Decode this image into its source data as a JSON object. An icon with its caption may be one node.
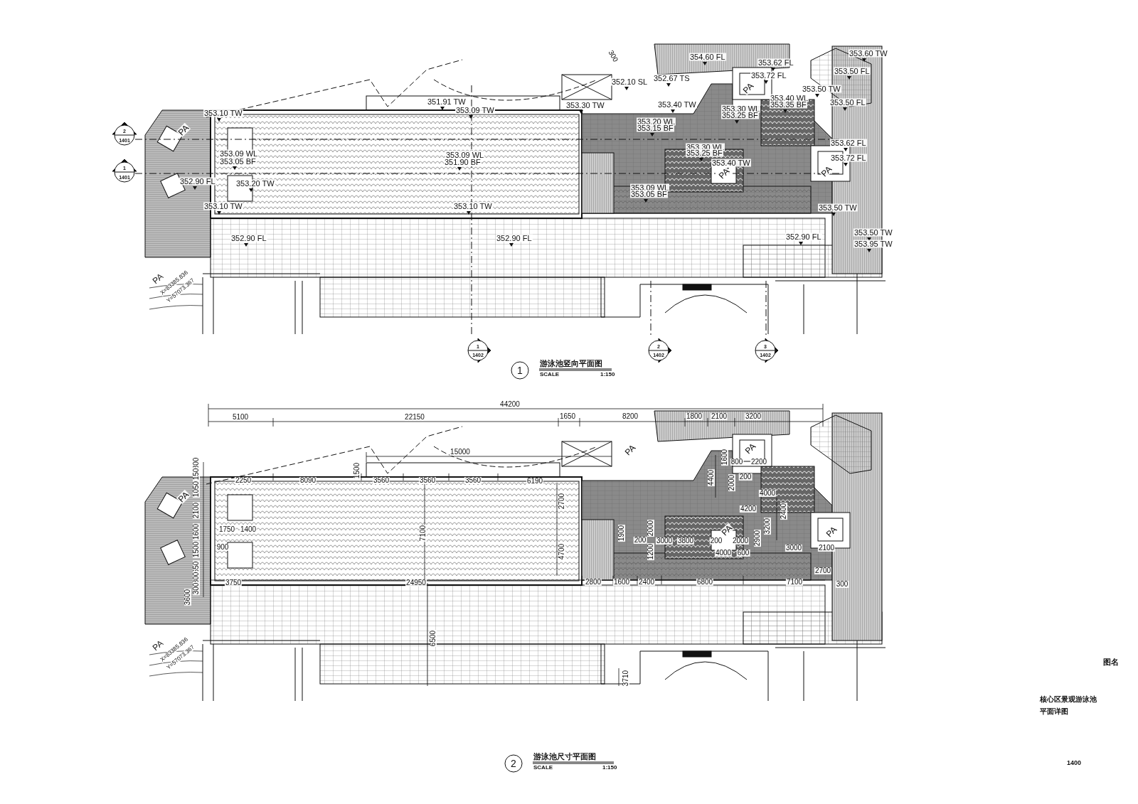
{
  "diagram": {
    "labels": [
      "300",
      "354.60 FL",
      "353.60 TW",
      "353.62 FL",
      "353.50 FL",
      "352.10 SL",
      "352.67 TS",
      "PA",
      "353.72 FL",
      "353.50 TW",
      "351.91 TW",
      "353.30 TW",
      "353.40 TW",
      "353.40 WL",
      "353.35 BF",
      "353.50 FL",
      "353.10 TW",
      "353.09 TW",
      "353.30 WL",
      "353.25 BF",
      "353.20 WL",
      "353.15 BF",
      "2",
      "PA",
      "1401",
      "353.62 FL",
      "353.09 WL",
      "353.05 BF",
      "353.09 WL",
      "351.90 BF",
      "353.30 WL",
      "353.25 BF",
      "353.40 TW",
      "353.72 FL",
      "1",
      "PA",
      "PA",
      "1401",
      "352.90 FL",
      "353.20 TW",
      "353.09 WL",
      "353.05 BF",
      "353.10 TW",
      "353.10 TW",
      "353.50 TW",
      "352.90 FL",
      "352.90 FL",
      "352.90 FL",
      "353.50 TW",
      "353.95 TW",
      "PA",
      "X=83385.836",
      "Y=57073.367",
      "1",
      "1402",
      "2",
      "1402",
      "3",
      "1402",
      "1",
      "游泳池竖向平面图",
      "SCALE",
      "1:150",
      "44200",
      "5100",
      "22150",
      "1650",
      "8200",
      "1800",
      "2100",
      "3200",
      "15000",
      "PA",
      "PA",
      "300",
      "1500",
      "1600",
      "800",
      "2200",
      "150",
      "2250",
      "8090",
      "3560",
      "3560",
      "3560",
      "6190",
      "4400",
      "2000",
      "200",
      "1050",
      "4000",
      "2700",
      "4200",
      "2100",
      "2400",
      "1600",
      "1750",
      "1400",
      "7100",
      "1900",
      "2000",
      "PA",
      "3200",
      "PA",
      "200",
      "3000",
      "3800",
      "200",
      "2000",
      "2900",
      "1500",
      "900",
      "4700",
      "1200",
      "4000",
      "600",
      "3000",
      "2100",
      "650",
      "2700",
      "300",
      "3750",
      "24950",
      "2800",
      "1600",
      "2400",
      "6800",
      "7100",
      "300",
      "300",
      "3600",
      "6500",
      "PA",
      "X=83385.836",
      "Y=57073.367",
      "3710",
      "图名",
      "核心区景观游泳池",
      "平面详图",
      "2",
      "游泳池尺寸平面图",
      "SCALE",
      "1:150",
      "1400",
      "PA"
    ]
  }
}
